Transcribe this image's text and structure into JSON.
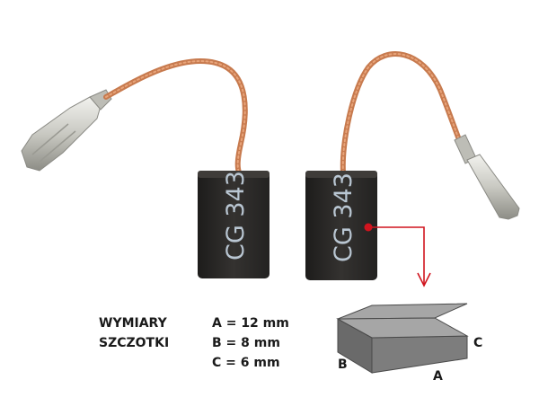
{
  "brush_marking": "CG 343",
  "label": {
    "line1": "WYMIARY",
    "line2": "SZCZOTKI"
  },
  "dimensions": [
    {
      "key": "A",
      "text": "A = 12 mm"
    },
    {
      "key": "B",
      "text": "B = 8 mm"
    },
    {
      "key": "C",
      "text": "C = 6 mm"
    }
  ],
  "box_letters": {
    "a": "A",
    "b": "B",
    "c": "C"
  },
  "colors": {
    "brush": "#2b2a29",
    "marking": "#b9c6d2",
    "wire": "#c77a4e",
    "metal": "#cfcfc8",
    "pointer": "#d0141e",
    "box_top": "#a6a6a6",
    "box_front": "#7d7d7d",
    "box_side": "#5f5f5f"
  }
}
